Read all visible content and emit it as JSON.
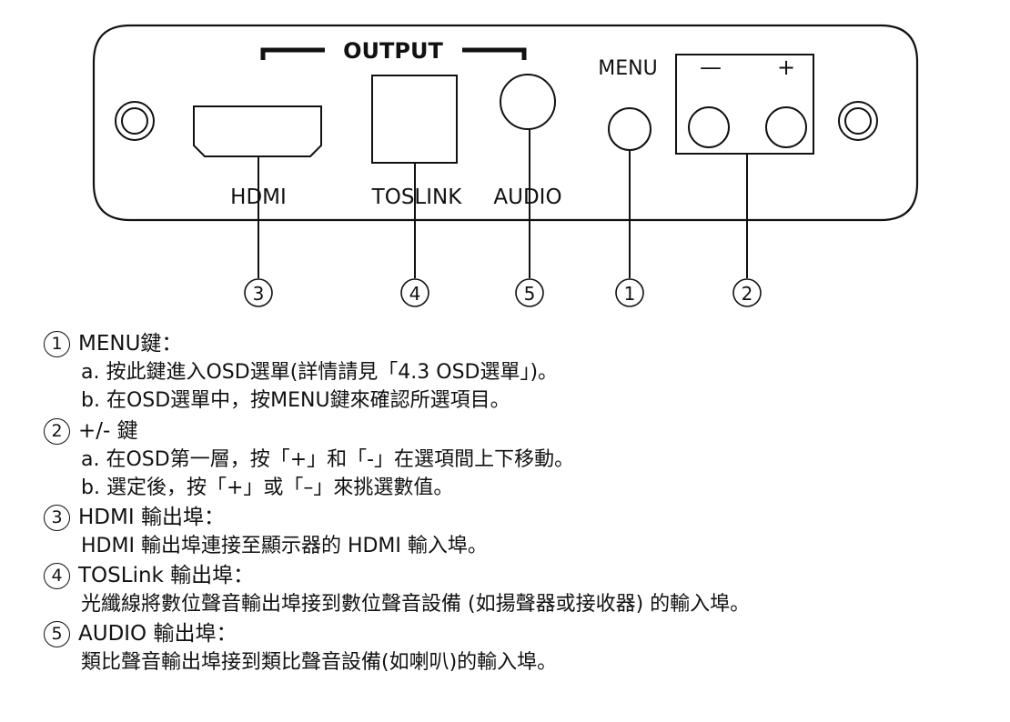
{
  "panel": {
    "output_label": "OUTPUT",
    "menu_label": "MENU",
    "minus_label": "—",
    "plus_label": "+",
    "hdmi_label": "HDMI",
    "toslink_label": "TOSLINK",
    "audio_label": "AUDIO"
  },
  "callouts": [
    "③",
    "④",
    "⑤",
    "①",
    "②"
  ],
  "legend": [
    {
      "num": "1",
      "title": "MENU鍵：",
      "lines": [
        "a. 按此鍵進入OSD選單(詳情請見「4.3 OSD選單」)。",
        "b. 在OSD選單中，按MENU鍵來確認所選項目。"
      ]
    },
    {
      "num": "2",
      "title": "+/- 鍵",
      "lines": [
        "a. 在OSD第一層，按「+」和「-」在選項間上下移動。",
        "b. 選定後，按「+」或「–」來挑選數值。"
      ]
    },
    {
      "num": "3",
      "title": "HDMI 輸出埠：",
      "lines": [
        "HDMI 輸出埠連接至顯示器的 HDMI 輸入埠。"
      ]
    },
    {
      "num": "4",
      "title": "TOSLink 輸出埠：",
      "lines": [
        "光纖線將數位聲音輸出埠接到數位聲音設備 (如揚聲器或接收器) 的輸入埠。"
      ]
    },
    {
      "num": "5",
      "title": "AUDIO 輸出埠：",
      "lines": [
        "類比聲音輸出埠接到類比聲音設備(如喇叭)的輸入埠。"
      ]
    }
  ]
}
